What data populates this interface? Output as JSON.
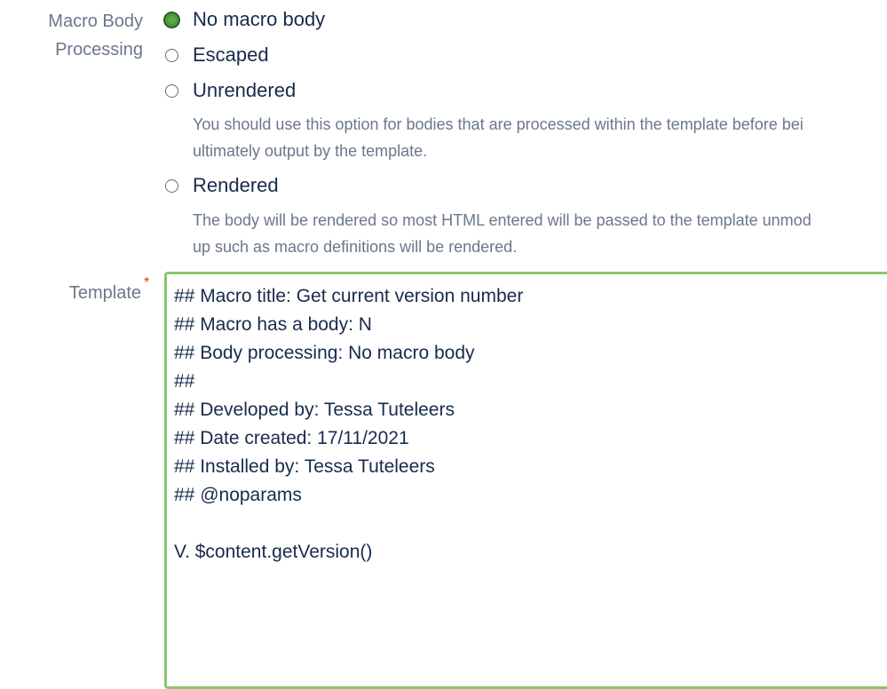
{
  "macro_body": {
    "label_line1": "Macro Body",
    "label_line2": "Processing",
    "options": [
      {
        "label": "No macro body",
        "checked": true
      },
      {
        "label": "Escaped",
        "checked": false
      },
      {
        "label": "Unrendered",
        "checked": false
      },
      {
        "label": "Rendered",
        "checked": false
      }
    ],
    "unrendered_help_line1": "You should use this option for bodies that are processed within the template before bei",
    "unrendered_help_line2": "ultimately output by the template.",
    "rendered_help_line1": "The body will be rendered so most HTML entered will be passed to the template unmod",
    "rendered_help_line2": "up such as macro definitions will be rendered."
  },
  "template": {
    "label": "Template",
    "required_marker": "*",
    "lines": [
      "## Macro title: Get current version number",
      "## Macro has a body: N",
      "## Body processing: No macro body",
      "##",
      "## Developed by: Tessa Tuteleers",
      "## Date created: 17/11/2021",
      "## Installed by: Tessa Tuteleers",
      "## @noparams",
      "",
      "V. $content.getVersion()"
    ]
  },
  "colors": {
    "accent_green": "#4c9a3b",
    "focus_border": "#8bc56b",
    "required": "#de350b",
    "label_gray": "#6b778c"
  }
}
